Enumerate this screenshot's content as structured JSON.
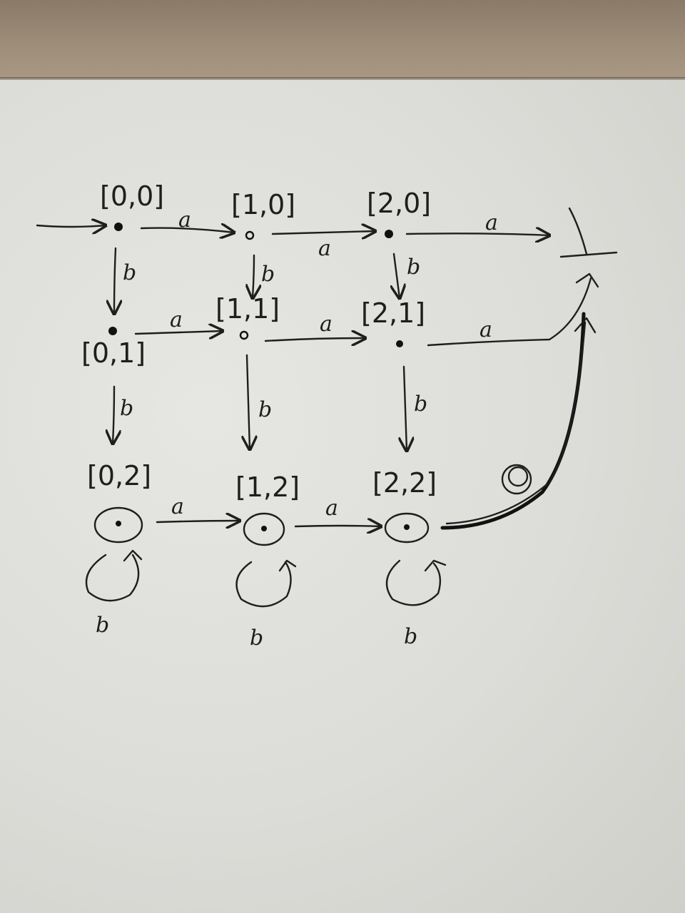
{
  "states": {
    "s00": "[0,0]",
    "s10": "[1,0]",
    "s20": "[2,0]",
    "s01": "[0,1]",
    "s11": "[1,1]",
    "s21": "[2,1]",
    "s02": "[0,2]",
    "s12": "[1,2]",
    "s22": "[2,2]"
  },
  "sink": {
    "symbol": "⊥"
  },
  "edge_labels": {
    "a": "a",
    "b": "b"
  }
}
